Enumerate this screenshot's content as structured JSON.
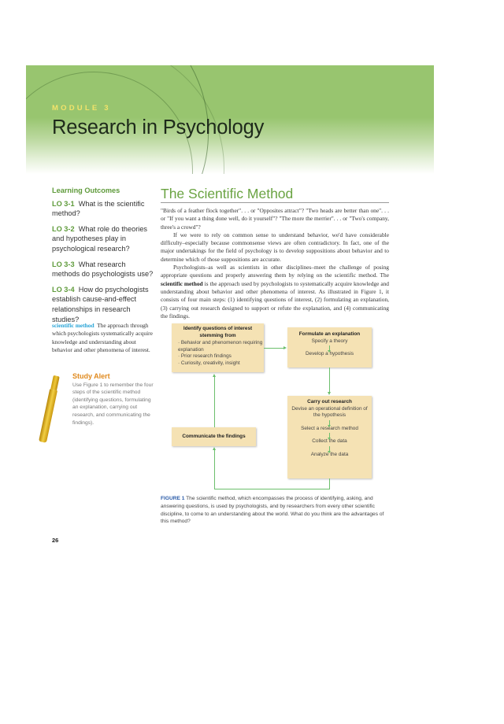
{
  "header": {
    "module_label": "MODULE 3",
    "title": "Research in Psychology",
    "banner_color": "#98c56f"
  },
  "learning_outcomes": {
    "heading": "Learning Outcomes",
    "items": [
      {
        "code": "LO 3-1",
        "text": "What is the scientific method?"
      },
      {
        "code": "LO 3-2",
        "text": "What role do theories and hypotheses play in psychological research?"
      },
      {
        "code": "LO 3-3",
        "text": "What research methods do psychologists use?"
      },
      {
        "code": "LO 3-4",
        "text": "How do psychologists establish cause-and-effect relationships in research studies?"
      }
    ]
  },
  "glossary": {
    "term": "scientific method",
    "definition": "The approach through which psychologists systematically acquire knowledge and understanding about behavior and other phenomena of interest."
  },
  "study_alert": {
    "title": "Study Alert",
    "text": "Use Figure 1 to remember the four steps of the scientific method (identifying questions, formulating an explanation, carrying out research, and communicating the findings)."
  },
  "section": {
    "title": "The Scientific Method",
    "paragraphs": [
      "\"Birds of a feather flock together\". . . or \"Opposites attract\"? \"Two heads are better than one\". . . or \"If you want a thing done well, do it yourself\"? \"The more the merrier\". . . or \"Two's company, three's a crowd\"?",
      "If we were to rely on common sense to understand behavior, we'd have considerable difficulty–especially because commonsense views are often contradictory. In fact, one of the major undertakings for the field of psychology is to develop suppositions about behavior and to determine which of those suppositions are accurate.",
      "Psychologists–as well as scientists in other disciplines–meet the challenge of posing appropriate questions and properly answering them by relying on the scientific method. The "
    ],
    "p3_bold": "scientific method",
    "p3_rest": " is the approach used by psychologists to systematically acquire knowledge and understanding about behavior and other phenomena of interest. As illustrated in Figure 1, it consists of four main steps: (1) identifying questions of interest, (2) formulating an explanation, (3) carrying out research designed to support or refute the explanation, and (4) communicating the findings."
  },
  "figure": {
    "box1": {
      "title": "Identify questions of interest stemming from",
      "bullets": [
        "Behavior and phenomenon requiring explanation",
        "Prior research findings",
        "Curiosity, creativity, insight"
      ]
    },
    "box2": {
      "title": "Formulate an explanation",
      "steps": [
        "Specify a theory",
        "Develop a hypothesis"
      ]
    },
    "box3": {
      "title": "Carry out research",
      "steps": [
        "Devise an operational definition of the hypothesis",
        "Select a research method",
        "Collect the data",
        "Analyze the data"
      ]
    },
    "box4": {
      "title": "Communicate the findings"
    },
    "caption_label": "FIGURE 1",
    "caption_text": " The scientific method, which encompasses the process of identifying, asking, and answering questions, is used by psychologists, and by researchers from every other scientific discipline, to come to an understanding about the world. What do you think are the advantages of this method?"
  },
  "page_number": "26"
}
